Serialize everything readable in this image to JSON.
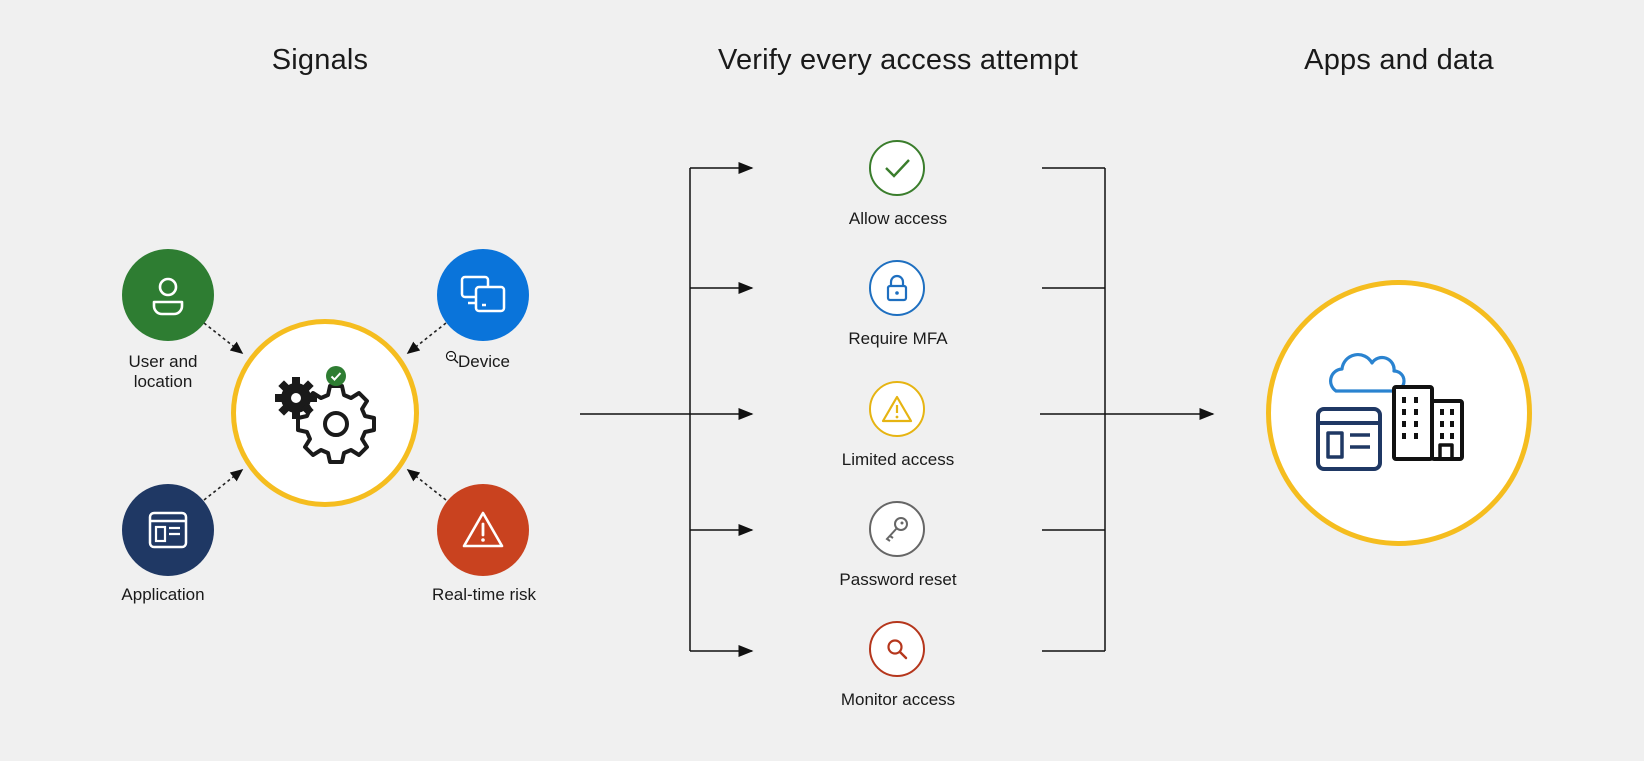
{
  "headings": {
    "signals": "Signals",
    "verify": "Verify every access attempt",
    "apps": "Apps and data"
  },
  "signals": [
    {
      "id": "user",
      "label_line1": "User and",
      "label_line2": "location",
      "color": "#2e7d32",
      "icon": "user-icon"
    },
    {
      "id": "device",
      "label": "Device",
      "color": "#0a74da",
      "icon": "device-icon"
    },
    {
      "id": "application",
      "label": "Application",
      "color": "#1f3864",
      "icon": "application-icon"
    },
    {
      "id": "risk",
      "label": "Real-time risk",
      "color": "#c9421f",
      "icon": "warning-icon"
    }
  ],
  "hub": {
    "icon": "gears-icon",
    "badge": "check-badge-icon",
    "ring_color": "#f5bd1f"
  },
  "outcomes": [
    {
      "label": "Allow access",
      "color": "#3a7d2c",
      "icon": "check-icon"
    },
    {
      "label": "Require MFA",
      "color": "#1e6fc0",
      "icon": "lock-icon"
    },
    {
      "label": "Limited access",
      "color": "#e6b412",
      "icon": "warning-icon"
    },
    {
      "label": "Password reset",
      "color": "#666666",
      "icon": "key-icon"
    },
    {
      "label": "Monitor access",
      "color": "#b5361c",
      "icon": "search-icon"
    }
  ],
  "apps": {
    "icons": [
      "cloud-icon",
      "app-window-icon",
      "building-icon"
    ]
  }
}
